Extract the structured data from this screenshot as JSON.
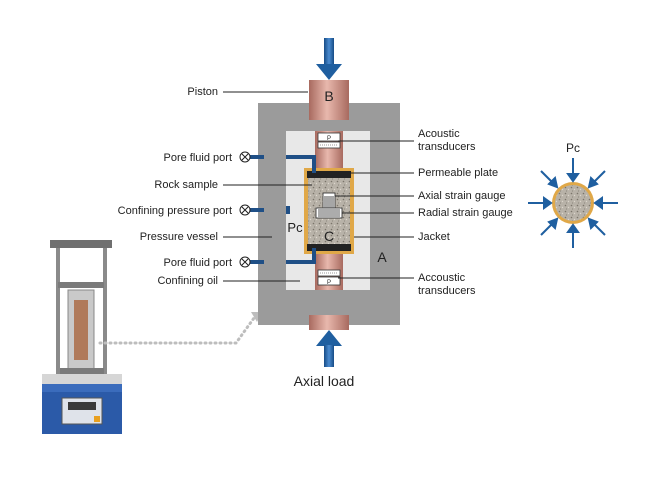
{
  "labels_left": {
    "piston": "Piston",
    "pore_fluid_port_top": "Pore fluid port",
    "rock_sample": "Rock sample",
    "confining_pressure_port": "Confining pressure port",
    "pressure_vessel": "Pressure vessel",
    "pore_fluid_port_bottom": "Pore fluid port",
    "confining_oil": "Confining oil"
  },
  "labels_right": {
    "acoustic_top_1": "Acoustic",
    "acoustic_top_2": "transducers",
    "permeable_plate": "Permeable plate",
    "axial_strain_gauge": "Axial strain gauge",
    "radial_strain_gauge": "Radial strain gauge",
    "jacket": "Jacket",
    "acoustic_bottom_1": "Accoustic",
    "acoustic_bottom_2": "transducers"
  },
  "in_diagram": {
    "b": "B",
    "a": "A",
    "c": "C",
    "pc_vessel": "Pc",
    "pc_cross_section": "Pc",
    "transducer_mark": "P"
  },
  "axial_load": "Axial load",
  "colors": {
    "vessel": "#9b9b9b",
    "vessel_inner": "#e6e6e6",
    "piston": "#c98f85",
    "jacket": "#e0a848",
    "arrow": "#1f5fa0",
    "dotted": "#bdbdbd",
    "machine": "#2b5aa8"
  }
}
